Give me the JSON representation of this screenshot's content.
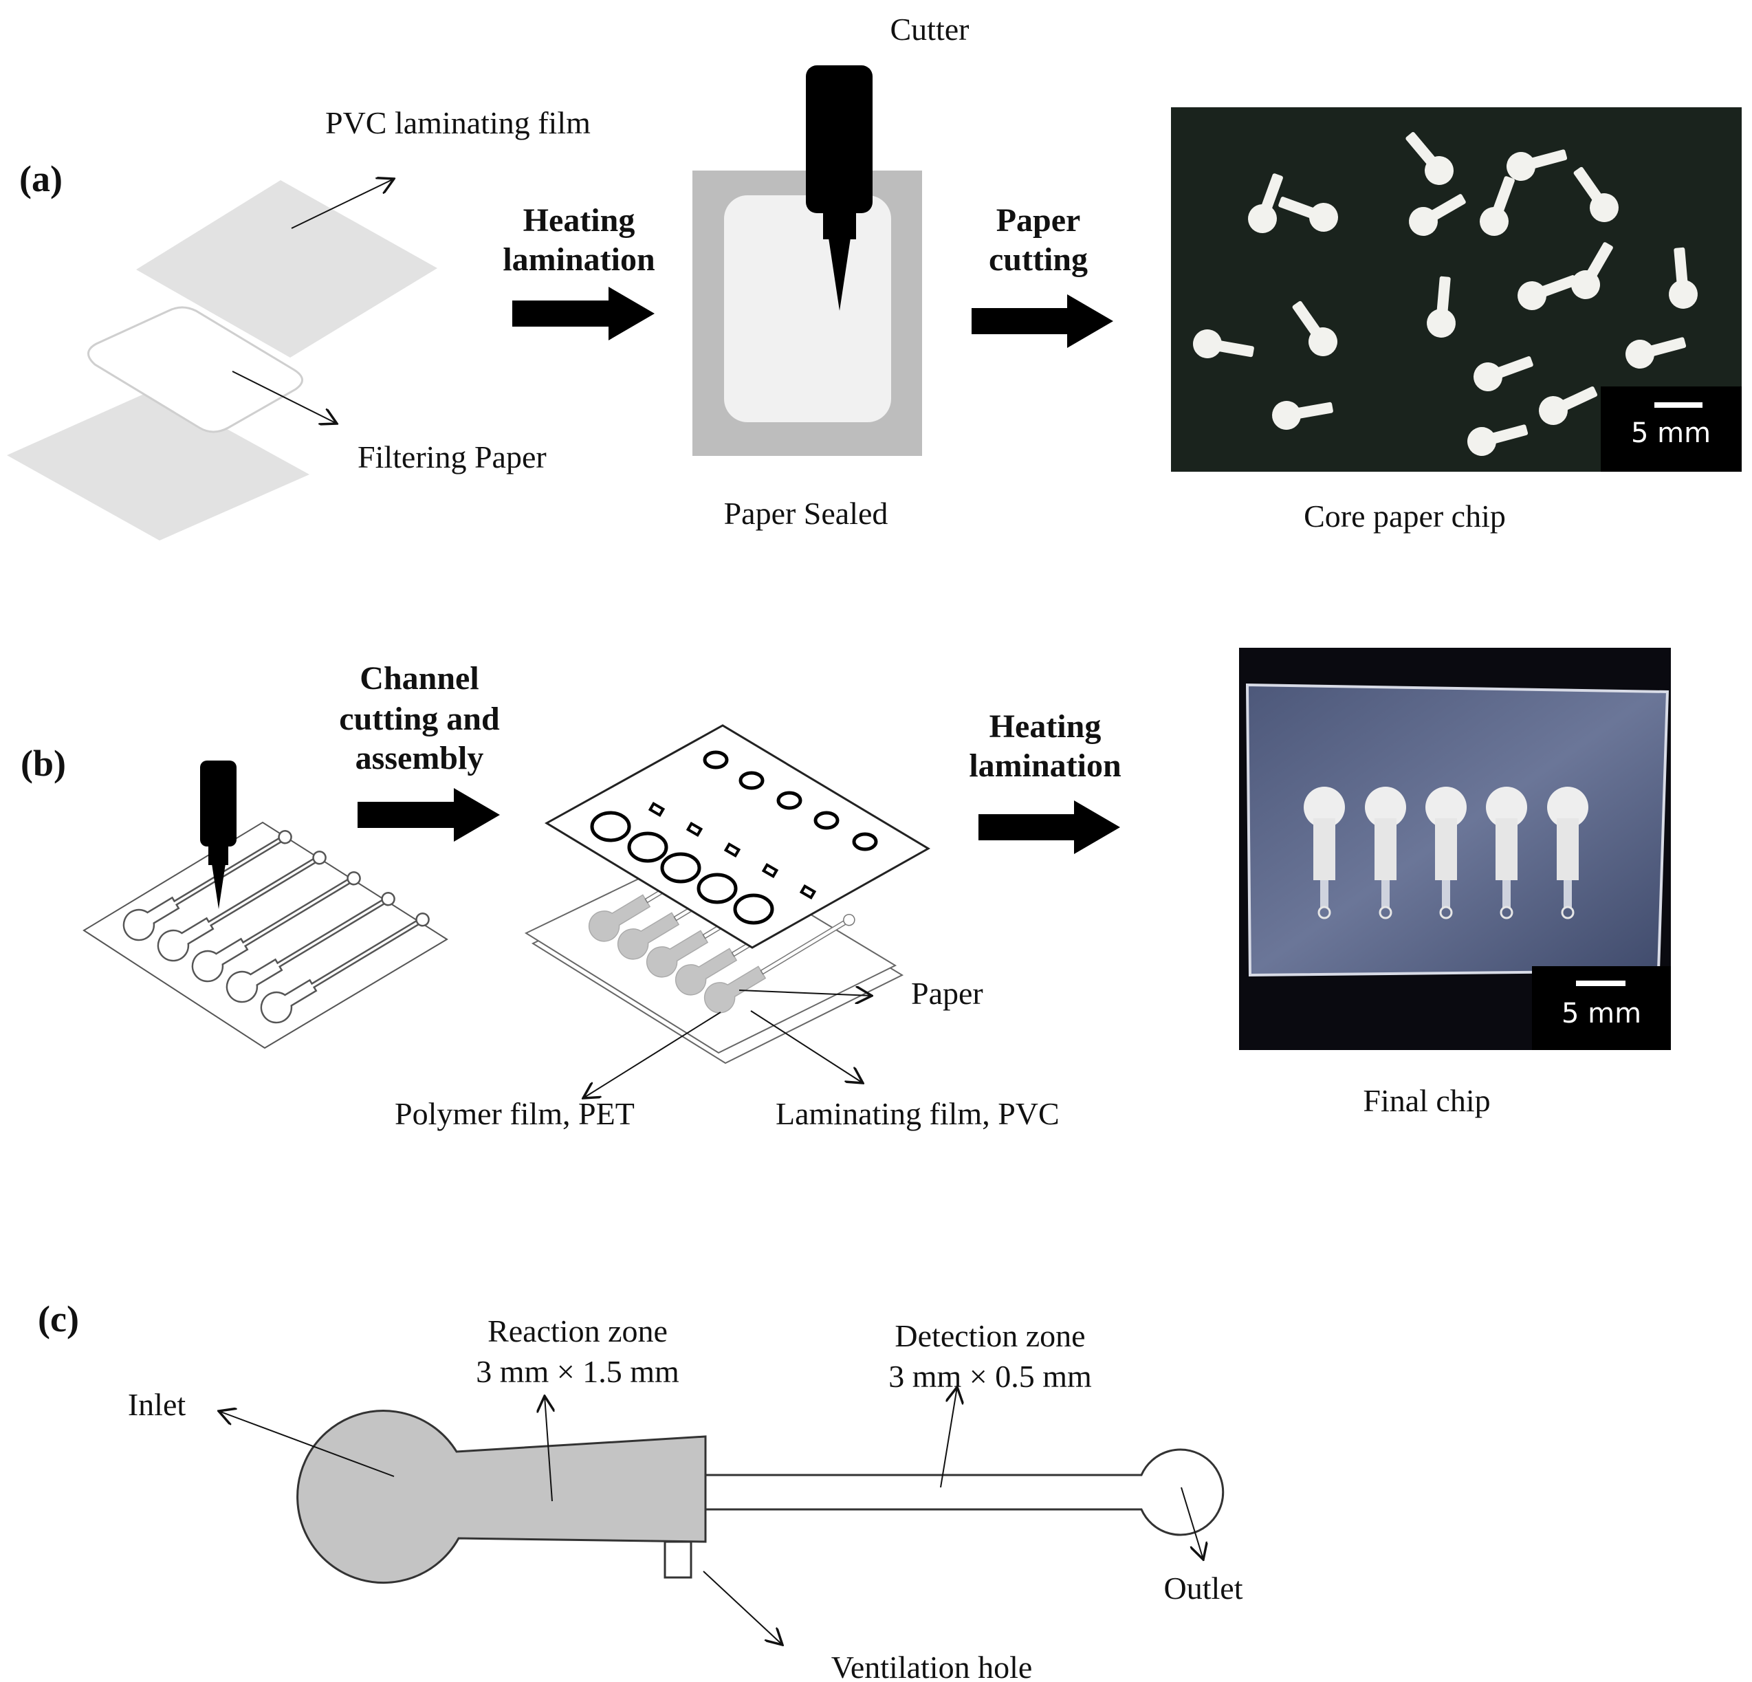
{
  "panel_a": {
    "label": "(a)",
    "cutter_label": "Cutter",
    "pvc_film_label": "PVC laminating film",
    "filter_paper_label": "Filtering Paper",
    "step1": [
      "Heating",
      "lamination"
    ],
    "step2": [
      "Paper",
      "cutting"
    ],
    "sealed_label": "Paper Sealed",
    "chip_label": "Core paper chip",
    "scale_bar": "5 mm"
  },
  "panel_b": {
    "label": "(b)",
    "step1": [
      "Channel",
      "cutting and",
      "assembly"
    ],
    "step2": [
      "Heating",
      "lamination"
    ],
    "paper_label": "Paper",
    "polymer_label": "Polymer film, PET",
    "laminating_label": "Laminating film, PVC",
    "final_label": "Final chip",
    "scale_bar": "5 mm"
  },
  "panel_c": {
    "label": "(c)",
    "inlet": "Inlet",
    "reaction_title": "Reaction zone",
    "reaction_size": "3 mm × 1.5 mm",
    "detection_title": "Detection zone",
    "detection_size": "3 mm × 0.5 mm",
    "outlet": "Outlet",
    "ventilation": "Ventilation hole"
  },
  "colors": {
    "ink": "#111111",
    "film_gray": "#e2e2e2",
    "sealed_gray": "#bdbdbd",
    "paper_gray": "#c4c4c4",
    "photo_dark": "#1a231d",
    "chip_white": "#f2f2ee"
  }
}
